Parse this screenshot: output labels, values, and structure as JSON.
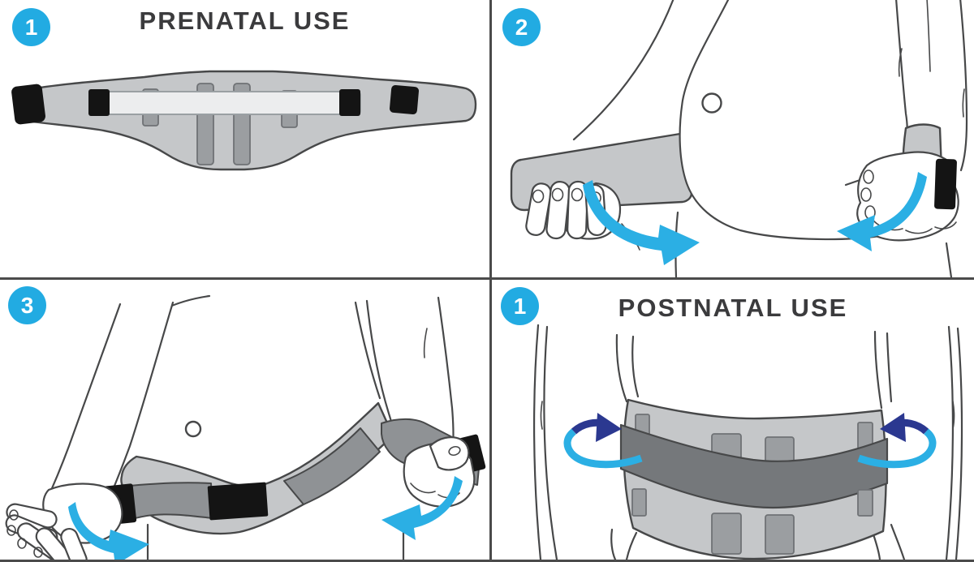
{
  "document": {
    "kind": "maternity-support-belt-instruction-sheet",
    "background": "#FFFFFF"
  },
  "titles": {
    "prenatal": "PRENATAL USE",
    "postnatal": "POSTNATAL USE"
  },
  "panels": [
    {
      "step": "1",
      "title": "PRENATAL USE",
      "illustration": "support-belt-flat-top-view"
    },
    {
      "step": "2",
      "title": "",
      "illustration": "wrapping-belt-ends-around-pregnant-belly"
    },
    {
      "step": "3",
      "title": "",
      "illustration": "pulling-straps-to-fasten-belt-under-belly"
    },
    {
      "step": "1",
      "title": "POSTNATAL USE",
      "illustration": "belt-worn-around-postpartum-waist"
    }
  ],
  "icons": {
    "step_badge": "numbered-circle-badge",
    "panel2_arrows": [
      "curved-arrow-down-right",
      "curved-arrow-down-left"
    ],
    "panel3_arrows": [
      "curved-arrow-down-right",
      "curved-arrow-down-left"
    ],
    "panel4_arrows": [
      "circular-wrap-arrow-left",
      "circular-wrap-arrow-right"
    ]
  },
  "colors": {
    "accent_cyan": "#29ABE2",
    "accent_navy": "#2B3890",
    "outline": "#474849",
    "belt_light_gray": "#C5C7C9",
    "belt_mid_gray": "#9B9EA1",
    "belt_dark_band": "#75787B",
    "strap_dark_gray": "#8F9295",
    "velcro_black": "#141414",
    "title_text": "#3B3B3D",
    "divider": "#4B4B4B",
    "background": "#FFFFFF"
  }
}
